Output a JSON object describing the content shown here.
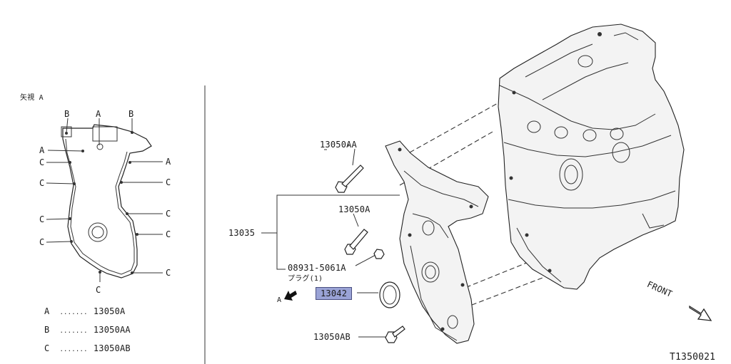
{
  "inset": {
    "view_title": "矢視 A",
    "callout_letters": {
      "b_left": "B",
      "a_top": "A",
      "b_right": "B",
      "a_left": "A",
      "a_right": "A",
      "c_l1": "C",
      "c_l2": "C",
      "c_l3": "C",
      "c_l4": "C",
      "c_r1": "C",
      "c_r2": "C",
      "c_r3": "C",
      "c_r4": "C",
      "c_bottom": "C"
    },
    "legend": [
      {
        "key": "A",
        "dots": ".......",
        "part": "13050A"
      },
      {
        "key": "B",
        "dots": ".......",
        "part": "13050AA"
      },
      {
        "key": "C",
        "dots": ".......",
        "part": "13050AB"
      }
    ]
  },
  "main": {
    "labels": {
      "bolt_13050AA": "13050AA",
      "bolt_13050A": "13050A",
      "cover_13035": "13035",
      "plug_part": "08931-5061A",
      "plug_name": "プラグ(1)",
      "seal_13042": "13042",
      "bolt_13050AB": "13050AB",
      "view_arrow": "A",
      "front": "FRONT",
      "diagram_id": "T1350021"
    },
    "colors": {
      "highlight": "#9aa3d6"
    }
  }
}
